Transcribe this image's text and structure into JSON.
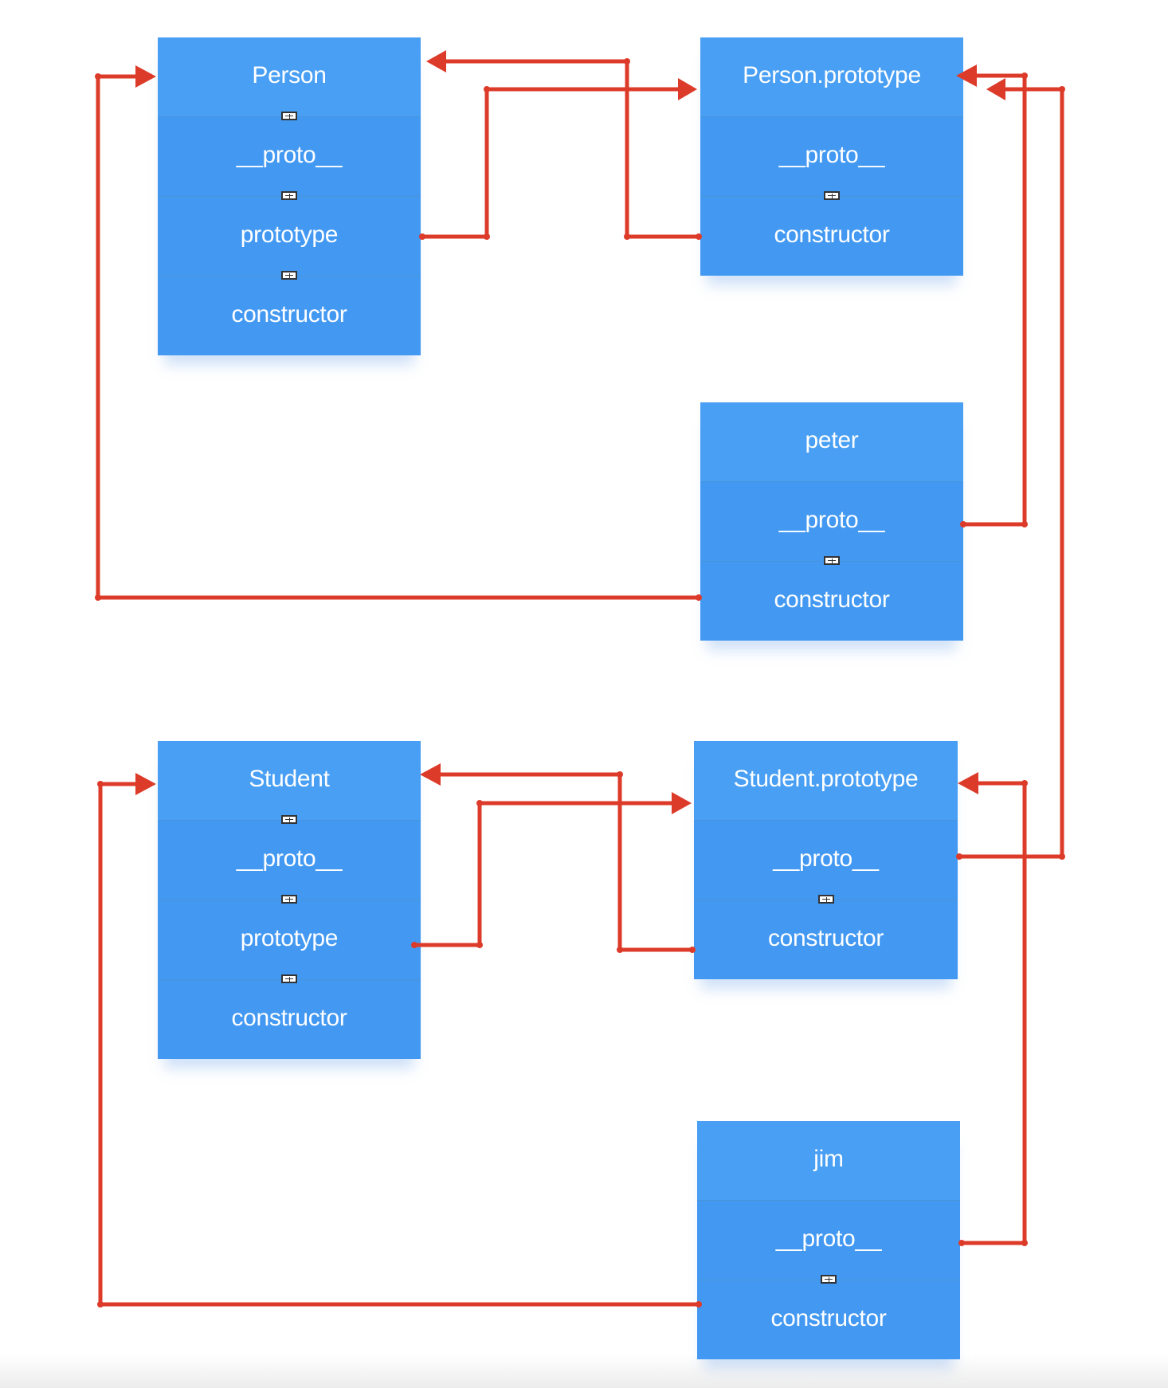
{
  "nodes": {
    "person": {
      "title": "Person",
      "fields": [
        "__proto__",
        "prototype",
        "constructor"
      ]
    },
    "person_prototype": {
      "title": "Person.prototype",
      "fields": [
        "__proto__",
        "constructor"
      ]
    },
    "peter": {
      "title": "peter",
      "fields": [
        "__proto__",
        "constructor"
      ]
    },
    "student": {
      "title": "Student",
      "fields": [
        "__proto__",
        "prototype",
        "constructor"
      ]
    },
    "student_prototype": {
      "title": "Student.prototype",
      "fields": [
        "__proto__",
        "constructor"
      ]
    },
    "jim": {
      "title": "jim",
      "fields": [
        "__proto__",
        "constructor"
      ]
    }
  },
  "arrow_color": "#dd3b2a",
  "box_color": "#4399f2",
  "connections": [
    {
      "from": "person.prototype",
      "to": "person_prototype"
    },
    {
      "from": "person_prototype.constructor",
      "to": "person"
    },
    {
      "from": "peter.__proto__",
      "to": "person_prototype"
    },
    {
      "from": "peter.constructor",
      "to": "person"
    },
    {
      "from": "student.prototype",
      "to": "student_prototype"
    },
    {
      "from": "student_prototype.constructor",
      "to": "student"
    },
    {
      "from": "student_prototype.__proto__",
      "to": "person_prototype"
    },
    {
      "from": "jim.__proto__",
      "to": "student_prototype"
    },
    {
      "from": "jim.constructor",
      "to": "student"
    }
  ]
}
